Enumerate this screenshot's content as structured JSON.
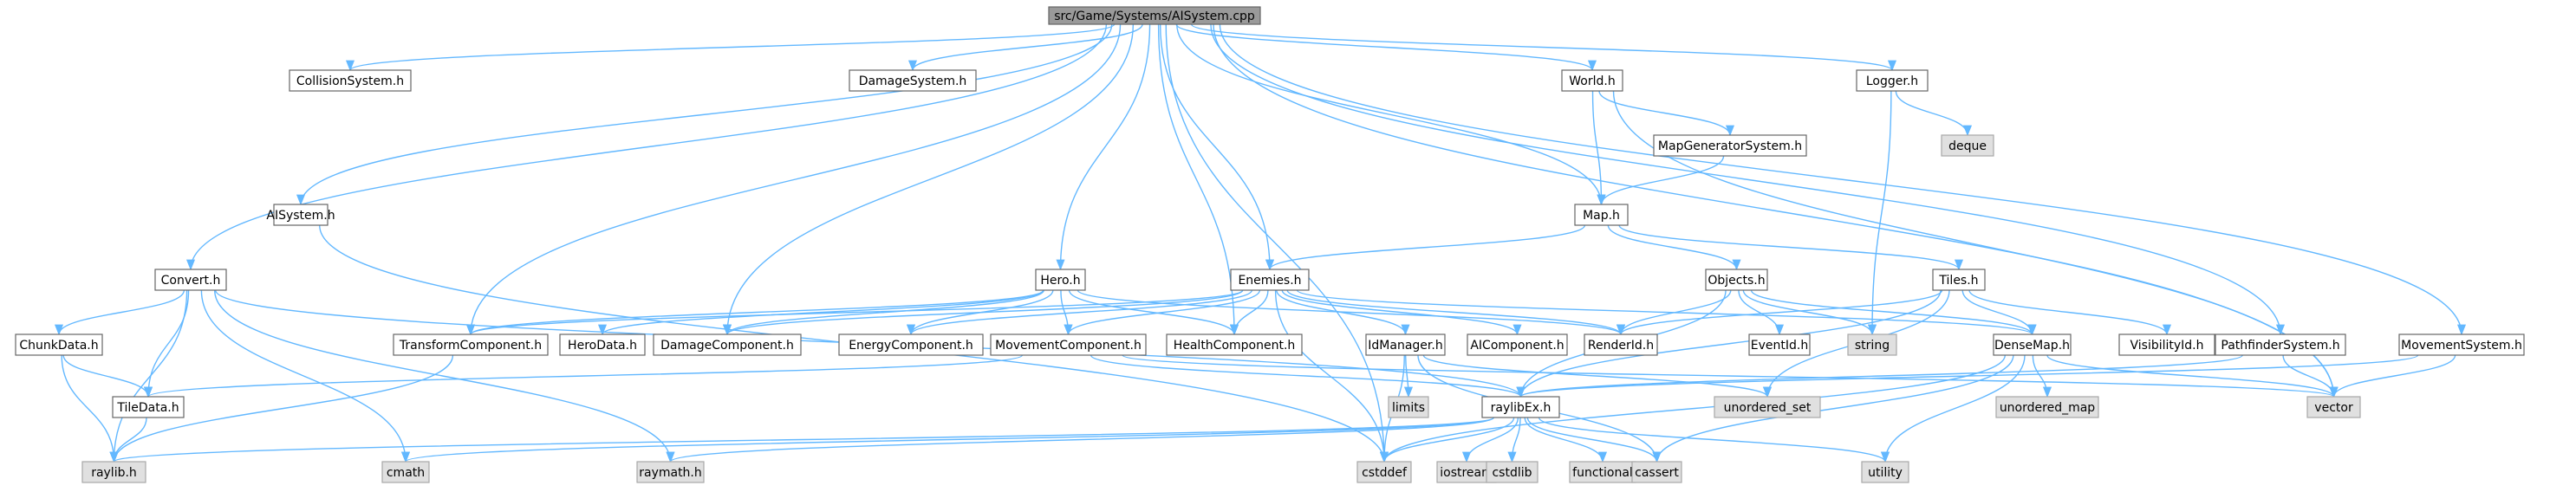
{
  "colors": {
    "edge": "#63b8ff",
    "node_border": "#666666",
    "system_fill": "#e0e0e0",
    "root_fill": "#9a9a9a"
  },
  "nodes": [
    {
      "id": "root",
      "label": "src/Game/Systems/AISystem.cpp",
      "kind": "root"
    },
    {
      "id": "collision",
      "label": "CollisionSystem.h",
      "kind": "file"
    },
    {
      "id": "damagesys",
      "label": "DamageSystem.h",
      "kind": "file"
    },
    {
      "id": "world",
      "label": "World.h",
      "kind": "file"
    },
    {
      "id": "logger",
      "label": "Logger.h",
      "kind": "file"
    },
    {
      "id": "deque",
      "label": "deque",
      "kind": "system"
    },
    {
      "id": "mapgen",
      "label": "MapGeneratorSystem.h",
      "kind": "file"
    },
    {
      "id": "aisys",
      "label": "AISystem.h",
      "kind": "file"
    },
    {
      "id": "map",
      "label": "Map.h",
      "kind": "file"
    },
    {
      "id": "convert",
      "label": "Convert.h",
      "kind": "file"
    },
    {
      "id": "hero",
      "label": "Hero.h",
      "kind": "file"
    },
    {
      "id": "enemies",
      "label": "Enemies.h",
      "kind": "file"
    },
    {
      "id": "objects",
      "label": "Objects.h",
      "kind": "file"
    },
    {
      "id": "tiles",
      "label": "Tiles.h",
      "kind": "file"
    },
    {
      "id": "chunkdata",
      "label": "ChunkData.h",
      "kind": "file"
    },
    {
      "id": "transform",
      "label": "TransformComponent.h",
      "kind": "file"
    },
    {
      "id": "herodata",
      "label": "HeroData.h",
      "kind": "file"
    },
    {
      "id": "damagecomp",
      "label": "DamageComponent.h",
      "kind": "file"
    },
    {
      "id": "energy",
      "label": "EnergyComponent.h",
      "kind": "file"
    },
    {
      "id": "movecomp",
      "label": "MovementComponent.h",
      "kind": "file"
    },
    {
      "id": "health",
      "label": "HealthComponent.h",
      "kind": "file"
    },
    {
      "id": "idmanager",
      "label": "IdManager.h",
      "kind": "file"
    },
    {
      "id": "aicomp",
      "label": "AIComponent.h",
      "kind": "file"
    },
    {
      "id": "renderid",
      "label": "RenderId.h",
      "kind": "file"
    },
    {
      "id": "eventid",
      "label": "EventId.h",
      "kind": "file"
    },
    {
      "id": "string",
      "label": "string",
      "kind": "system"
    },
    {
      "id": "densemap",
      "label": "DenseMap.h",
      "kind": "file"
    },
    {
      "id": "visibility",
      "label": "VisibilityId.h",
      "kind": "file"
    },
    {
      "id": "pathfinder",
      "label": "PathfinderSystem.h",
      "kind": "file"
    },
    {
      "id": "movesys",
      "label": "MovementSystem.h",
      "kind": "file"
    },
    {
      "id": "tiledata",
      "label": "TileData.h",
      "kind": "file"
    },
    {
      "id": "limits",
      "label": "limits",
      "kind": "system"
    },
    {
      "id": "raylibex",
      "label": "raylibEx.h",
      "kind": "file"
    },
    {
      "id": "unordered_set",
      "label": "unordered_set",
      "kind": "system"
    },
    {
      "id": "unordered_map",
      "label": "unordered_map",
      "kind": "system"
    },
    {
      "id": "vector",
      "label": "vector",
      "kind": "system"
    },
    {
      "id": "raylib",
      "label": "raylib.h",
      "kind": "system"
    },
    {
      "id": "cmath",
      "label": "cmath",
      "kind": "system"
    },
    {
      "id": "raymath",
      "label": "raymath.h",
      "kind": "system"
    },
    {
      "id": "cstddef",
      "label": "cstddef",
      "kind": "system"
    },
    {
      "id": "iostream",
      "label": "iostream",
      "kind": "system"
    },
    {
      "id": "cstdlib",
      "label": "cstdlib",
      "kind": "system"
    },
    {
      "id": "functional",
      "label": "functional",
      "kind": "system"
    },
    {
      "id": "cassert",
      "label": "cassert",
      "kind": "system"
    },
    {
      "id": "utility",
      "label": "utility",
      "kind": "system"
    }
  ],
  "edges": [
    [
      "root",
      "collision"
    ],
    [
      "root",
      "damagesys"
    ],
    [
      "root",
      "world"
    ],
    [
      "root",
      "logger"
    ],
    [
      "root",
      "aisys"
    ],
    [
      "root",
      "map"
    ],
    [
      "root",
      "convert"
    ],
    [
      "root",
      "hero"
    ],
    [
      "root",
      "enemies"
    ],
    [
      "root",
      "transform"
    ],
    [
      "root",
      "damagecomp"
    ],
    [
      "root",
      "health"
    ],
    [
      "root",
      "pathfinder"
    ],
    [
      "root",
      "movesys"
    ],
    [
      "root",
      "vector"
    ],
    [
      "root",
      "cstddef"
    ],
    [
      "world",
      "map"
    ],
    [
      "world",
      "mapgen"
    ],
    [
      "world",
      "vector"
    ],
    [
      "mapgen",
      "map"
    ],
    [
      "logger",
      "deque"
    ],
    [
      "logger",
      "string"
    ],
    [
      "aisys",
      "cstddef"
    ],
    [
      "map",
      "enemies"
    ],
    [
      "map",
      "objects"
    ],
    [
      "map",
      "tiles"
    ],
    [
      "convert",
      "chunkdata"
    ],
    [
      "convert",
      "tiledata"
    ],
    [
      "convert",
      "raylib"
    ],
    [
      "convert",
      "raylibex"
    ],
    [
      "convert",
      "cmath"
    ],
    [
      "convert",
      "raymath"
    ],
    [
      "hero",
      "transform"
    ],
    [
      "hero",
      "herodata"
    ],
    [
      "hero",
      "damagecomp"
    ],
    [
      "hero",
      "energy"
    ],
    [
      "hero",
      "movecomp"
    ],
    [
      "hero",
      "health"
    ],
    [
      "hero",
      "renderid"
    ],
    [
      "enemies",
      "transform"
    ],
    [
      "enemies",
      "damagecomp"
    ],
    [
      "enemies",
      "energy"
    ],
    [
      "enemies",
      "movecomp"
    ],
    [
      "enemies",
      "health"
    ],
    [
      "enemies",
      "idmanager"
    ],
    [
      "enemies",
      "aicomp"
    ],
    [
      "enemies",
      "renderid"
    ],
    [
      "enemies",
      "densemap"
    ],
    [
      "enemies",
      "cstddef"
    ],
    [
      "objects",
      "renderid"
    ],
    [
      "objects",
      "eventid"
    ],
    [
      "objects",
      "string"
    ],
    [
      "objects",
      "densemap"
    ],
    [
      "objects",
      "raylibex"
    ],
    [
      "tiles",
      "renderid"
    ],
    [
      "tiles",
      "densemap"
    ],
    [
      "tiles",
      "visibility"
    ],
    [
      "tiles",
      "raylibex"
    ],
    [
      "tiles",
      "unordered_set"
    ],
    [
      "chunkdata",
      "tiledata"
    ],
    [
      "chunkdata",
      "raylib"
    ],
    [
      "transform",
      "raylib"
    ],
    [
      "movecomp",
      "raylibex"
    ],
    [
      "movecomp",
      "tiledata"
    ],
    [
      "movecomp",
      "vector"
    ],
    [
      "idmanager",
      "limits"
    ],
    [
      "idmanager",
      "cstddef"
    ],
    [
      "idmanager",
      "unordered_set"
    ],
    [
      "idmanager",
      "cassert"
    ],
    [
      "densemap",
      "cstddef"
    ],
    [
      "densemap",
      "unordered_map"
    ],
    [
      "densemap",
      "vector"
    ],
    [
      "densemap",
      "cassert"
    ],
    [
      "densemap",
      "utility"
    ],
    [
      "pathfinder",
      "raylibex"
    ],
    [
      "pathfinder",
      "vector"
    ],
    [
      "movesys",
      "raylibex"
    ],
    [
      "movesys",
      "vector"
    ],
    [
      "tiledata",
      "raylib"
    ],
    [
      "raylibex",
      "raylib"
    ],
    [
      "raylibex",
      "cmath"
    ],
    [
      "raylibex",
      "raymath"
    ],
    [
      "raylibex",
      "cstddef"
    ],
    [
      "raylibex",
      "iostream"
    ],
    [
      "raylibex",
      "cstdlib"
    ],
    [
      "raylibex",
      "functional"
    ],
    [
      "raylibex",
      "cassert"
    ],
    [
      "raylibex",
      "utility"
    ]
  ]
}
